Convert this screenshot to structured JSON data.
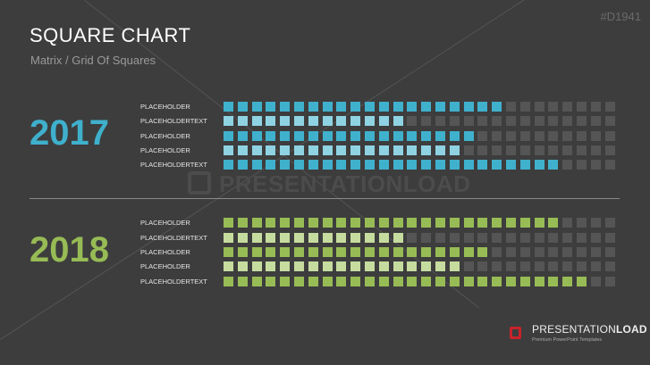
{
  "header": {
    "title": "SQUARE CHART",
    "subtitle": "Matrix / Grid Of Squares",
    "code": "#D1941"
  },
  "watermark": "PRESENTATIONLOAD",
  "logo": {
    "name_light": "PRESENTATION",
    "name_bold": "LOAD",
    "tagline": "Premium PowerPoint Templates"
  },
  "total_squares": 28,
  "colors": {
    "blue": "#40b1cd",
    "blue_light": "#8fd3e3",
    "green": "#98bc55",
    "green_light": "#c6dc9f",
    "empty": "#555555"
  },
  "groups": [
    {
      "year": "2017",
      "rows": [
        {
          "label": "PLACEHOLDER",
          "filled": 20,
          "shade": "dark"
        },
        {
          "label": "PLACEHOLDERTEXT",
          "filled": 13,
          "shade": "light"
        },
        {
          "label": "PLACEHOLDER",
          "filled": 18,
          "shade": "dark"
        },
        {
          "label": "PLACEHOLDER",
          "filled": 17,
          "shade": "light"
        },
        {
          "label": "PLACEHOLDERTEXT",
          "filled": 24,
          "shade": "dark"
        }
      ]
    },
    {
      "year": "2018",
      "rows": [
        {
          "label": "PLACEHOLDER",
          "filled": 24,
          "shade": "dark"
        },
        {
          "label": "PLACEHOLDERTEXT",
          "filled": 13,
          "shade": "light"
        },
        {
          "label": "PLACEHOLDER",
          "filled": 19,
          "shade": "dark"
        },
        {
          "label": "PLACEHOLDER",
          "filled": 17,
          "shade": "light"
        },
        {
          "label": "PLACEHOLDERTEXT",
          "filled": 26,
          "shade": "dark"
        }
      ]
    }
  ]
}
